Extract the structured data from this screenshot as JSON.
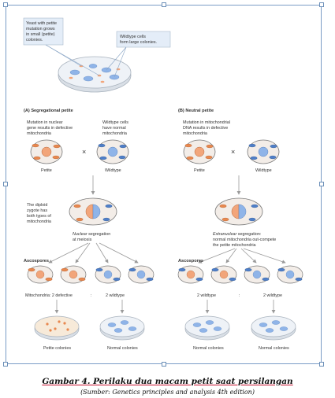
{
  "figure": {
    "callout_petite": [
      "Yeast with petite",
      "mutation grows",
      "in small (petite)",
      "colonies."
    ],
    "callout_wildtype": [
      "Wildtype cells",
      "form large colonies."
    ],
    "panel_a": {
      "title": "(A)  Segregational petite",
      "mutation_text": [
        "Mutation in nuclear",
        "gene results in defective",
        "mitochondria"
      ],
      "wildtype_text": [
        "Wildtype cells",
        "have normal",
        "mitochondria"
      ],
      "cell_left_label": "Petite",
      "cell_right_label": "Wildtype",
      "cross_symbol": "×",
      "zygote_text": [
        "The diploid",
        "zygote has",
        "both types of",
        "mitochondria"
      ],
      "segregation_word": "Nuclear",
      "segregation_rest": " segregation",
      "segregation_line2": "at meiosis",
      "ascospores_label": "Ascospores",
      "mito_left": "Mitochondria: 2 defective",
      "separator": ":",
      "mito_right": "2 wildtype",
      "colony_left": "Petite colonies",
      "colony_right": "Normal colonies"
    },
    "panel_b": {
      "title": "(B)  Neutral petite",
      "mutation_text": [
        "Mutation in mitochondrial",
        "DNA results in defective",
        "mitochondria"
      ],
      "cell_left_label": "Petite",
      "cell_right_label": "Wildtype",
      "cross_symbol": "×",
      "segregation_word": "Extranuclear",
      "segregation_rest": " segregation:",
      "segregation_line2": "normal mitochondria out-compete",
      "segregation_line3": "the petite mitochondria",
      "ascospores_label": "Ascospores",
      "mito_left": "2 wildtype",
      "separator": ":",
      "mito_right": "2 wildtype",
      "colony_left": "Normal colonies",
      "colony_right": "Normal colonies"
    }
  },
  "caption": "Gambar 4. Perilaku dua macam petit saat persilangan",
  "source": "(Sumber: Genetics principles and analysis 4th edition)",
  "colors": {
    "petite_fill": "#f2a57a",
    "wildtype_fill": "#8fb4e8",
    "cell_fill": "#f3ede8",
    "dish_fill": "#eef2f7",
    "frame": "#7a9cc6",
    "caption_underline": "#c8102e"
  }
}
